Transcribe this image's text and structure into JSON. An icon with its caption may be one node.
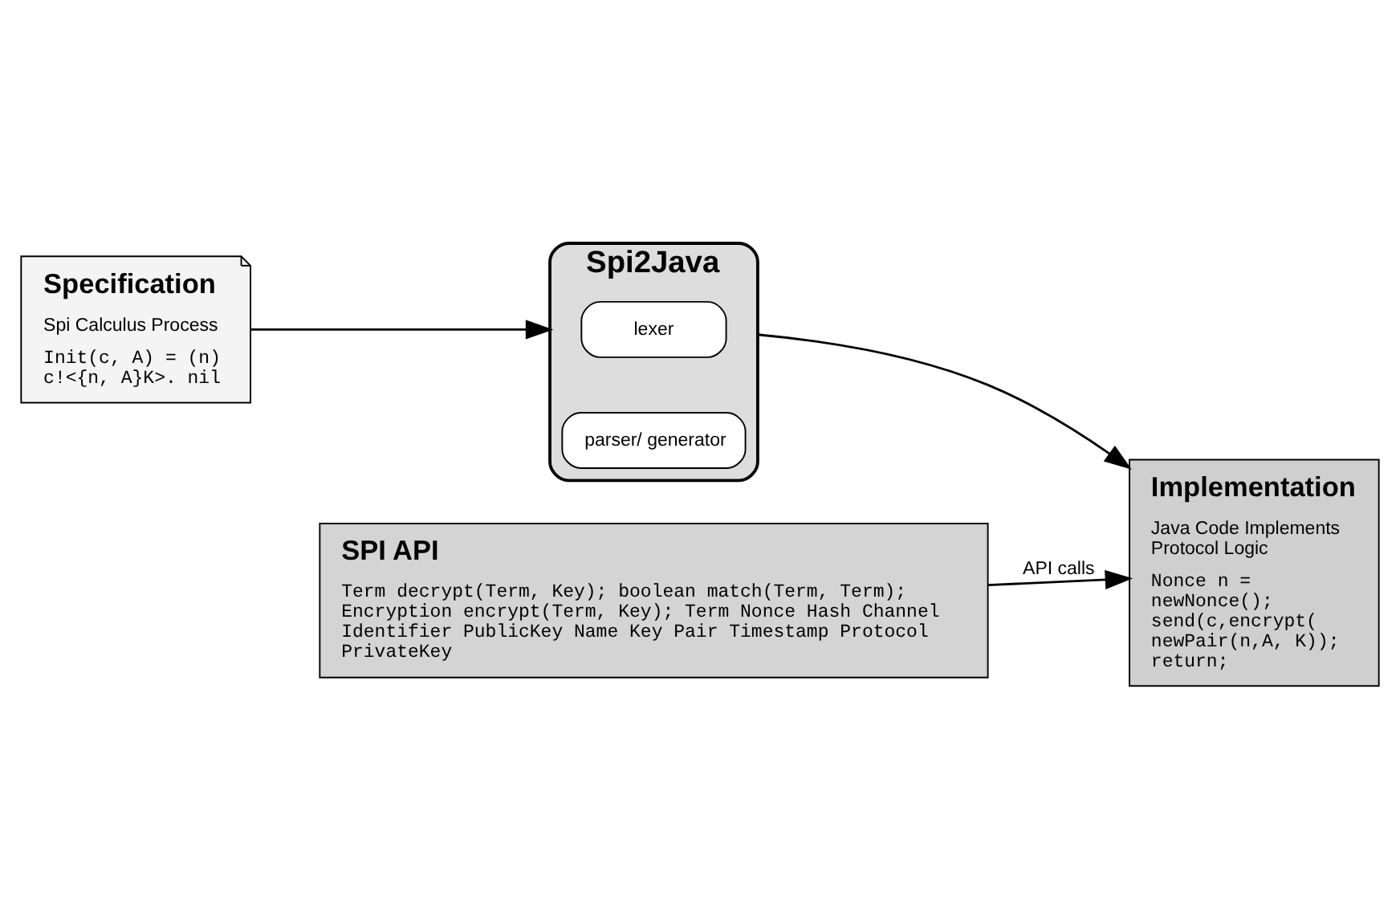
{
  "diagram": {
    "nodes": [
      {
        "text": [
          "Specification",
          "Spi Calculus Process",
          "Init(c, A) = (n) c!<{n, A}K>. nil"
        ]
      },
      {
        "text": [
          "Spi2Java"
        ]
      },
      {
        "text": [
          "lexer"
        ],
        "in": 1
      },
      {
        "text": [
          "parser/ generator"
        ],
        "in": 1
      },
      {
        "text": [
          "Implementation",
          "Java Code Implements Protocol Logic",
          "Nonce n = newNonce(); send(c,encrypt( newPair(n,A, K)); return;"
        ]
      },
      {
        "text": [
          "SPI API",
          "Term decrypt(Term, Key); boolean match(Term, Term); Encryption encrypt(Term, Key); Term Nonce Hash Channel Identifier PublicKey Name Key Pair Timestamp Protocol PrivateKey"
        ]
      }
    ],
    "edges": [
      {
        "from": 0,
        "to": 1,
        "arrow": "to"
      },
      {
        "from": 1,
        "to": 4,
        "arrow": "to"
      },
      {
        "from": 5,
        "to": 4,
        "arrow": "to",
        "label": "API calls"
      }
    ]
  }
}
